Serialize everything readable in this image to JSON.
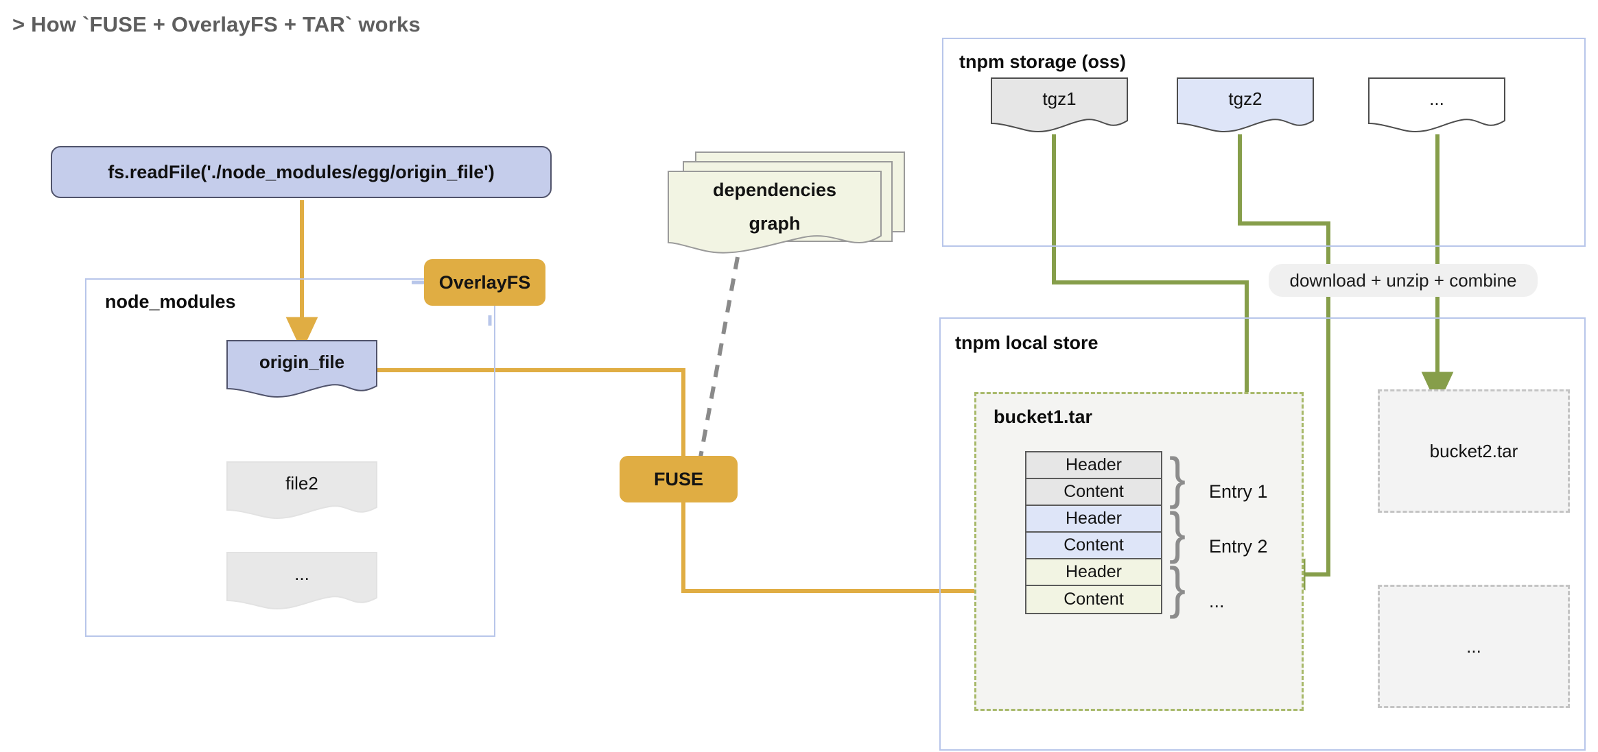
{
  "page": {
    "title": "> How `FUSE + OverlayFS + TAR` works"
  },
  "colors": {
    "accent_orange": "#e0ad43",
    "accent_green": "#869e4a",
    "panel_border": "#b8c6ea",
    "node_blue_fill": "#c5cdeb",
    "doc_grey_fill": "#e6e6e6",
    "doc_blue_fill": "#dee5f8",
    "doc_olive_fill": "#f2f4e3",
    "bucket_dash_green": "#a8b96a",
    "bucket_dash_grey": "#c4c4c4"
  },
  "left": {
    "readfile_call": "fs.readFile('./node_modules/egg/origin_file')",
    "overlayfs_badge": "OverlayFS",
    "node_modules_panel_title": "node_modules",
    "files": [
      {
        "label": "origin_file",
        "fill": "blue"
      },
      {
        "label": "file2",
        "fill": "grey"
      },
      {
        "label": "...",
        "fill": "grey"
      }
    ]
  },
  "middle": {
    "dependencies_graph": {
      "line1": "dependencies",
      "line2": "graph"
    },
    "fuse_badge": "FUSE"
  },
  "storage": {
    "panel_title": "tnpm storage (oss)",
    "packages": [
      {
        "label": "tgz1",
        "fill": "grey"
      },
      {
        "label": "tgz2",
        "fill": "blue"
      },
      {
        "label": "...",
        "fill": "white"
      }
    ]
  },
  "pipeline": {
    "label": "download + unzip + combine"
  },
  "local_store": {
    "panel_title": "tnpm local store",
    "bucket1": {
      "title": "bucket1.tar",
      "entries": [
        {
          "label": "Entry 1",
          "fill": "grey",
          "rows": [
            "Header",
            "Content"
          ]
        },
        {
          "label": "Entry 2",
          "fill": "blue",
          "rows": [
            "Header",
            "Content"
          ]
        },
        {
          "label": "...",
          "fill": "olive",
          "rows": [
            "Header",
            "Content"
          ]
        }
      ]
    },
    "bucket2": {
      "title": "bucket2.tar"
    },
    "bucket_more": {
      "title": "..."
    }
  }
}
